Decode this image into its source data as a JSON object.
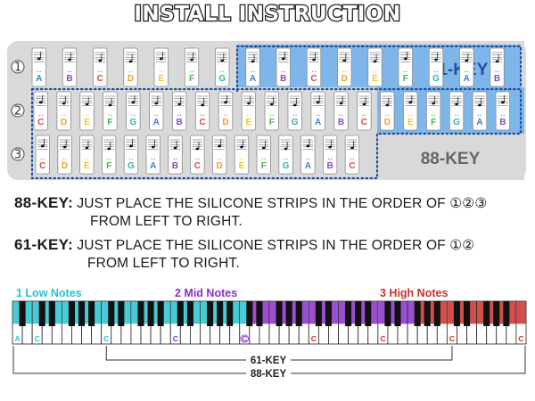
{
  "title": "INSTALL INSTRUCTION",
  "diagram": {
    "rows": [
      {
        "marker": "①",
        "notes": [
          "A",
          "B",
          "C",
          "D",
          "E",
          "F",
          "G",
          "A",
          "B",
          "C",
          "D",
          "E",
          "F",
          "G",
          "A",
          "B"
        ]
      },
      {
        "marker": "②",
        "notes": [
          "C",
          "D",
          "E",
          "F",
          "G",
          "A",
          "B",
          "C",
          "D",
          "E",
          "F",
          "G",
          "A",
          "B",
          "C",
          "D",
          "E",
          "F",
          "G",
          "A",
          "B"
        ]
      },
      {
        "marker": "③",
        "notes": [
          "C",
          "D",
          "E",
          "F",
          "G",
          "A",
          "B",
          "C",
          "D",
          "E",
          "F",
          "G",
          "A",
          "B",
          "C"
        ]
      }
    ],
    "label_61": "61-KEY",
    "label_88": "88-KEY",
    "colors": {
      "C": "#e8413c",
      "D": "#f39c27",
      "E": "#f2c81a",
      "F": "#44b549",
      "G": "#2bb3b0",
      "A": "#3d7fd1",
      "B": "#8e44c7",
      "panel": "#d9d9d9",
      "highlight": "#7fb6ea",
      "dots": "#1f4fa0"
    }
  },
  "instructions": {
    "key88": {
      "label": "88-KEY:",
      "line1": "JUST PLACE THE SILICONE STRIPS IN THE ORDER OF ①②③",
      "line2": "FROM LEFT TO RIGHT."
    },
    "key61": {
      "label": "61-KEY:",
      "line1": "JUST PLACE THE SILICONE STRIPS IN THE ORDER OF ①②",
      "line2": "FROM LEFT TO RIGHT."
    }
  },
  "keyboard": {
    "sections": [
      {
        "number": "1",
        "label": "Low Notes",
        "color": "#27c3cf"
      },
      {
        "number": "2",
        "label": "Mid Notes",
        "color": "#8b2fc9"
      },
      {
        "number": "3",
        "label": "High Notes",
        "color": "#c8302c"
      }
    ],
    "key_labels": [
      "A",
      "C",
      "C",
      "C",
      "C",
      "C",
      "C",
      "C",
      "C"
    ],
    "range_61": "61-KEY",
    "range_88": "88-KEY"
  }
}
